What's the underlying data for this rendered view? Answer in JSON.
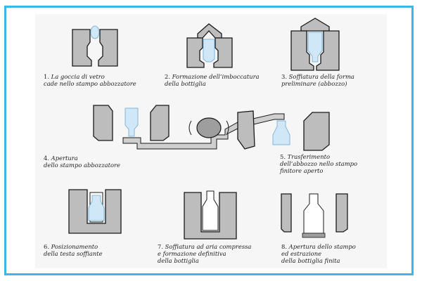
{
  "steps": [
    {
      "number": "1.",
      "text": "La goccia di vetro\ncade nello stampo abbozzatore"
    },
    {
      "number": "2.",
      "text": "Formazione dell’imboccatura\ndella bottiglia"
    },
    {
      "number": "3.",
      "text": "Soffiatura della forma\npreliminare (abbozzo)"
    },
    {
      "number": "4.",
      "text": "Apertura\ndello stampo abbozzatore"
    },
    {
      "number": "5.",
      "text": "Trasferimento\ndell’abbozzo nello stampo\nfinitore aperto"
    },
    {
      "number": "6.",
      "text": "Posizionamento\ndella testa soffiante"
    },
    {
      "number": "7.",
      "text": "Soffiatura ad aria compressa\ne formazione definitiva\ndella bottiglia"
    },
    {
      "number": "8.",
      "text": "Apertura dello stampo\ned estrazione\ndella bottiglia finita"
    }
  ],
  "colors": {
    "border": "#3fb6e6",
    "mold": "#bdbdbd",
    "glass_blue": "#cfe7f7"
  }
}
